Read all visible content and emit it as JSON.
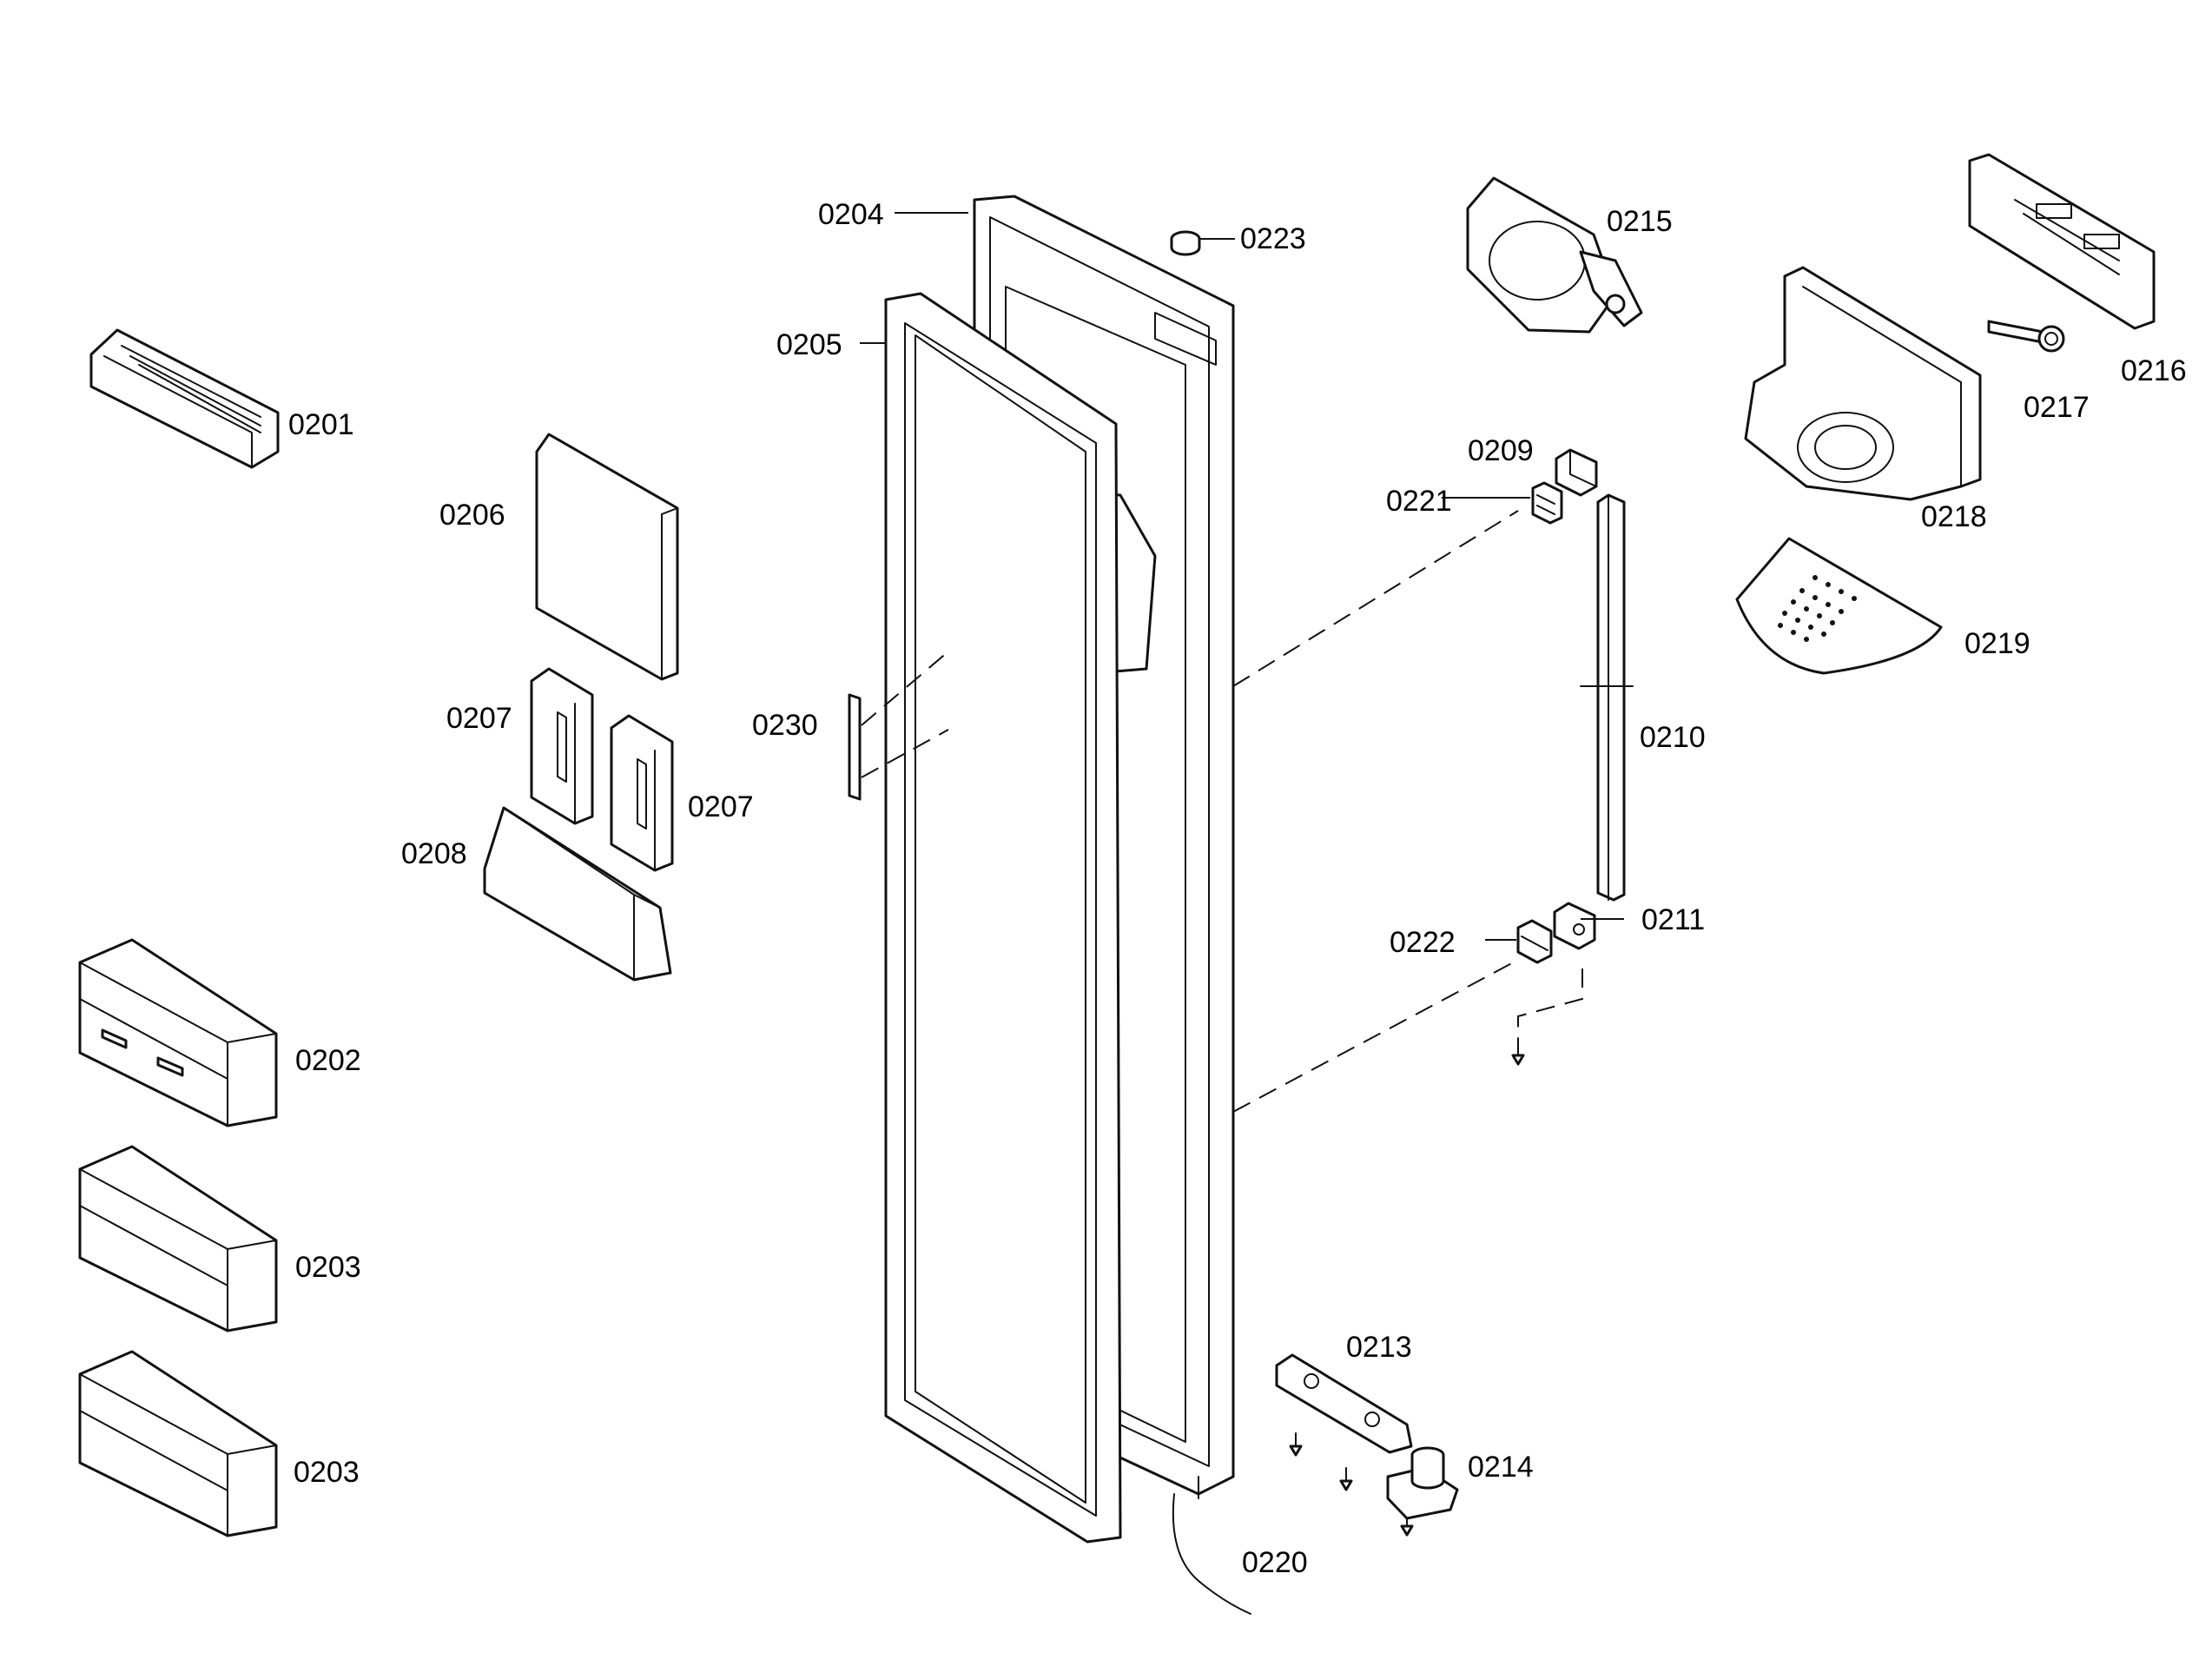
{
  "labels": {
    "p0201": "0201",
    "p0202": "0202",
    "p0203a": "0203",
    "p0203b": "0203",
    "p0204": "0204",
    "p0205": "0205",
    "p0206": "0206",
    "p0207a": "0207",
    "p0207b": "0207",
    "p0208": "0208",
    "p0209": "0209",
    "p0210": "0210",
    "p0211": "0211",
    "p0213": "0213",
    "p0214": "0214",
    "p0215": "0215",
    "p0216": "0216",
    "p0217": "0217",
    "p0218": "0218",
    "p0219": "0219",
    "p0220": "0220",
    "p0221": "0221",
    "p0222": "0222",
    "p0223": "0223",
    "p0230": "0230"
  },
  "colors": {
    "line": "#111111",
    "background": "#ffffff"
  }
}
